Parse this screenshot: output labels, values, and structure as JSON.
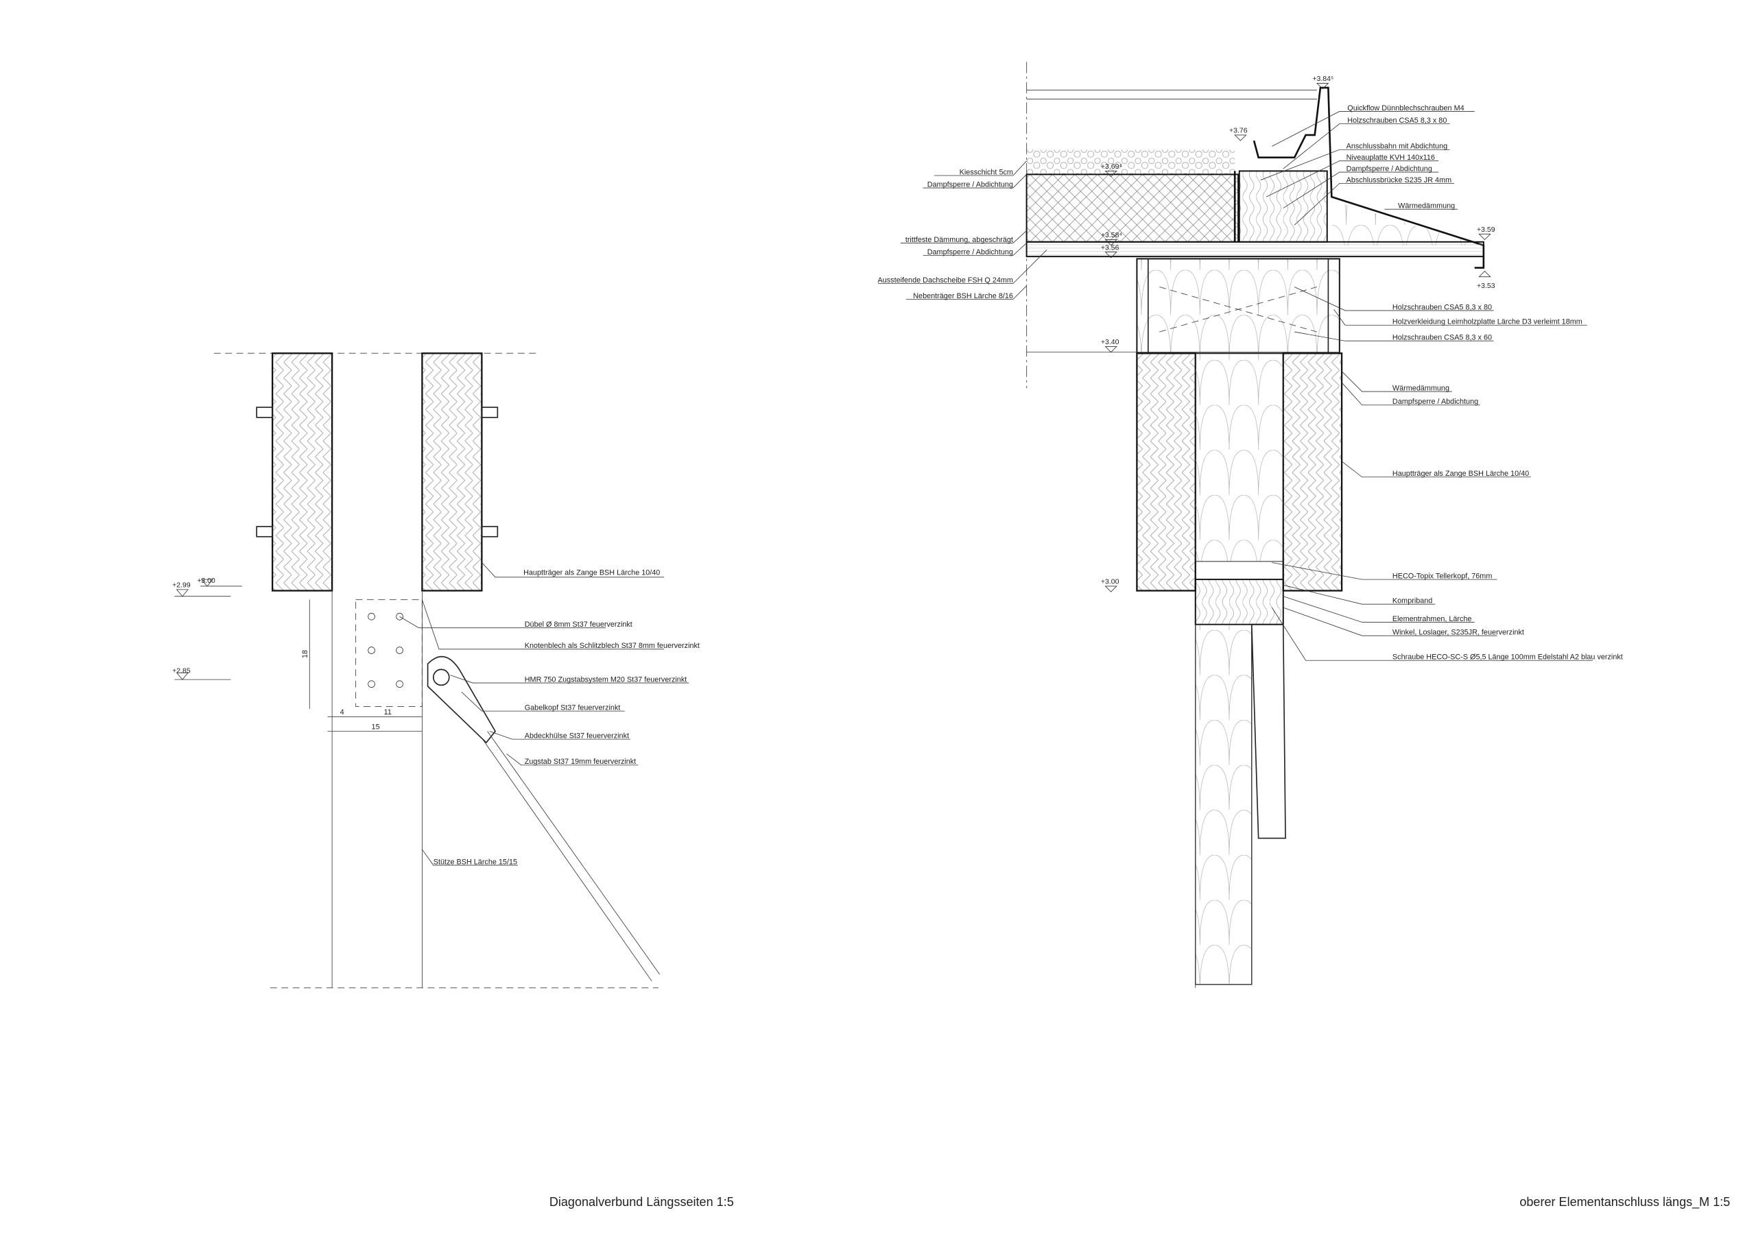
{
  "left_detail": {
    "title": "Diagonalverbund Längsseiten 1:5",
    "levels": [
      "+2.99",
      "+3.00",
      "+2.85"
    ],
    "dimensions": {
      "plate_height": "18",
      "edge": "4",
      "plate_width": "11",
      "column_width": "15"
    },
    "labels": [
      "Hauptträger als Zange BSH Lärche 10/40",
      "Dübel Ø 8mm St37 feuerverzinkt",
      "Knotenblech als Schlitzblech St37 8mm feuerverzinkt",
      "HMR 750 Zugstabsystem M20 St37 feuerverzinkt",
      "Gabelkopf St37 feuerverzinkt",
      "Abdeckhülse St37 feuerverzinkt",
      "Zugstab St37 19mm feuerverzinkt"
    ],
    "column_label": "Stütze BSH Lärche 15/15"
  },
  "right_detail": {
    "title": "oberer Elementanschluss längs_M 1:5",
    "levels": [
      "+3.84⁵",
      "+3.76",
      "+3.69⁴",
      "+3.58⁴",
      "+3.56",
      "+3.40",
      "+3.00",
      "+3.59",
      "+3.53"
    ],
    "left_labels": [
      "Kiesschicht 5cm",
      "Dampfsperre / Abdichtung",
      "trittfeste Dämmung, abgeschrägt",
      "Dampfsperre / Abdichtung",
      "Aussteifende Dachscheibe FSH Q 24mm",
      "Nebenträger BSH Lärche 8/16"
    ],
    "top_labels": [
      "Quickflow Dünnblechschrauben M4",
      "Holzschrauben CSA5 8,3 x 80",
      "Anschlussbahn mit Abdichtung",
      "Niveauplatte KVH 140x116",
      "Dampfsperre / Abdichtung",
      "Abschlussbrücke S235 JR 4mm",
      "Wärmedämmung"
    ],
    "right_labels": [
      "Holzschrauben CSA5 8,3 x 80",
      "Holzverkleidung Leimholzplatte Lärche D3 verleimt 18mm",
      "Holzschrauben CSA5 8,3 x 60",
      "Wärmedämmung",
      "Dampfsperre / Abdichtung",
      "Hauptträger als Zange BSH Lärche 10/40",
      "HECO-Topix Tellerkopf, 76mm",
      "Kompriband",
      "Elementrahmen, Lärche",
      "Winkel, Loslager, S235JR, feuerverzinkt",
      "Schraube HECO-SC-S Ø5,5 Länge 100mm Edelstahl A2 blau verzinkt"
    ]
  }
}
